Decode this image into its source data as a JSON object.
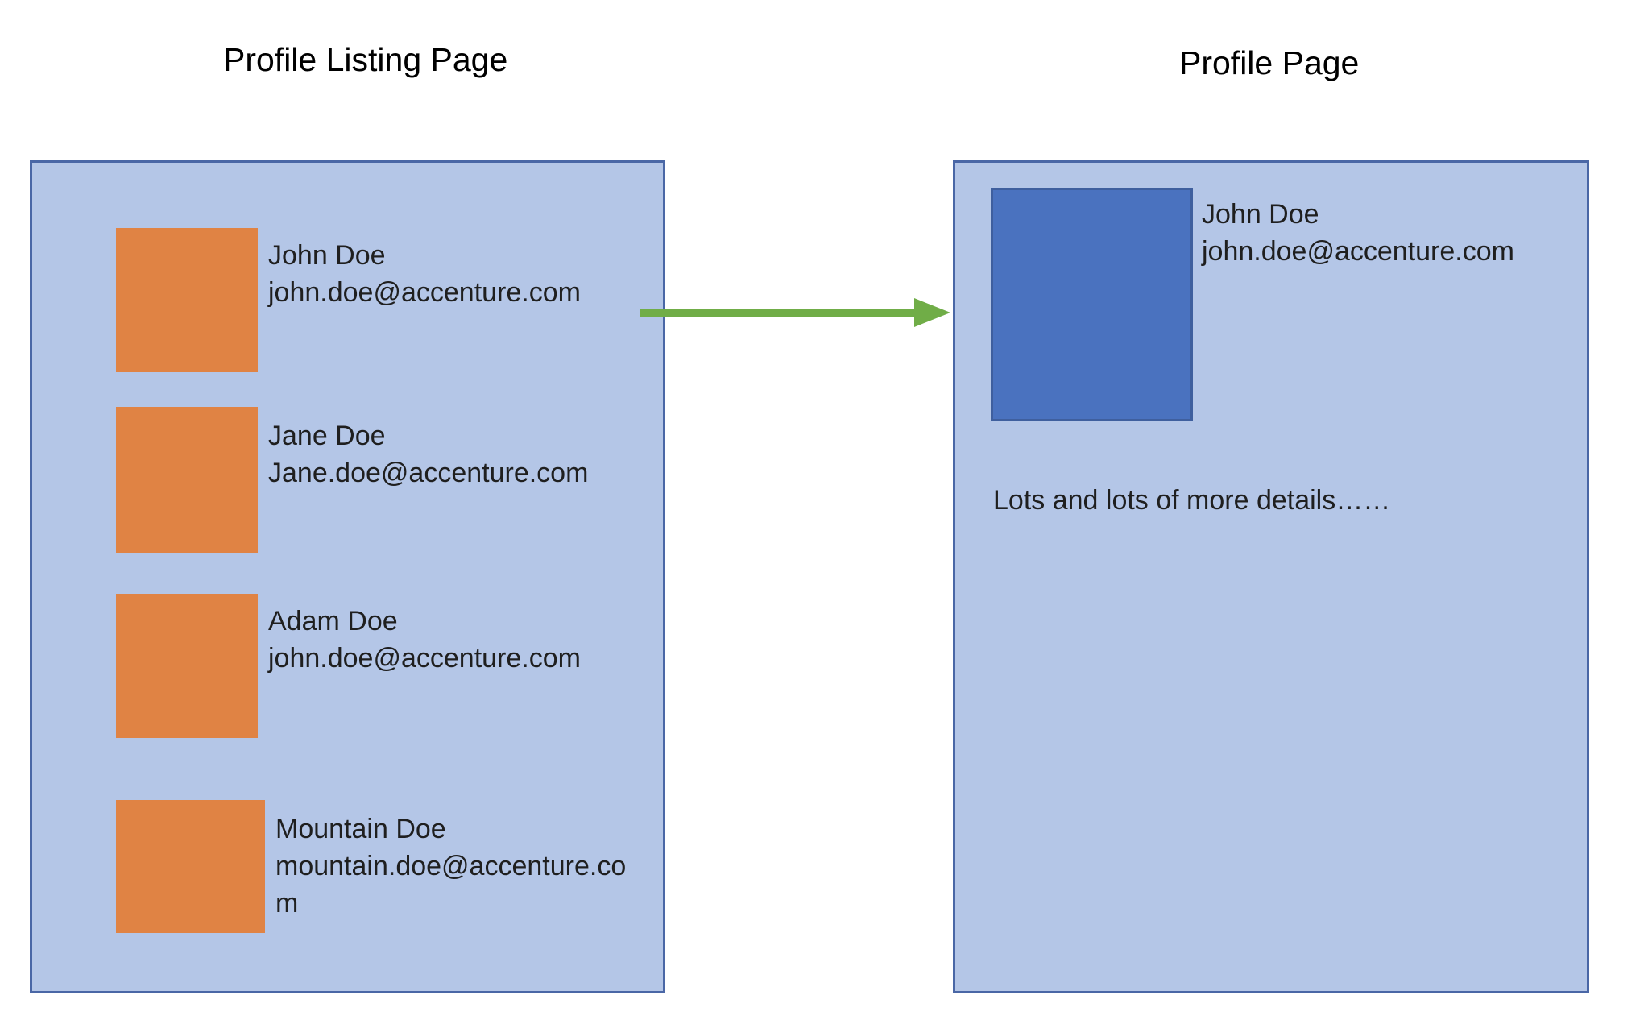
{
  "titles": {
    "listing": "Profile Listing Page",
    "profile": "Profile Page"
  },
  "listing": {
    "items": [
      {
        "name": "John Doe",
        "email": "john.doe@accenture.com"
      },
      {
        "name": "Jane Doe",
        "email": "Jane.doe@accenture.com"
      },
      {
        "name": "Adam Doe",
        "email": "john.doe@accenture.com"
      },
      {
        "name": "Mountain Doe",
        "email": "mountain.doe@accenture.com"
      }
    ]
  },
  "profile": {
    "name": "John Doe",
    "email": "john.doe@accenture.com",
    "details": "Lots and lots of more details……"
  },
  "colors": {
    "panel_fill": "#b4c6e7",
    "panel_border": "#4a67a6",
    "listing_avatar": "#e08344",
    "profile_avatar": "#4a72bf",
    "arrow": "#70ad47"
  }
}
